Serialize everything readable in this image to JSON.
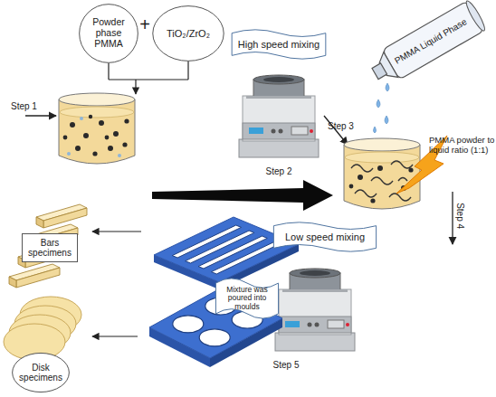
{
  "diagram": {
    "nodes": [
      {
        "text": [
          "Powder phase PMMA"
        ]
      },
      {
        "text": [
          "TiO₂/ZrO₂"
        ]
      },
      {
        "text": [
          "High speed mixing"
        ]
      },
      {
        "text": [
          "PMMA Liquid Phase"
        ]
      },
      {
        "text": [
          "Low speed mixing"
        ]
      },
      {
        "text": [
          "Mixture was poured into moulds"
        ]
      },
      {
        "text": [
          "Bars specimens"
        ]
      },
      {
        "text": [
          "Disk specimens"
        ]
      }
    ],
    "labels": [
      "+",
      "Step 1",
      "Step 2",
      "Step 3",
      "Step 4",
      "Step 5",
      "PMMA powder to liquid ratio (1:1)"
    ]
  }
}
